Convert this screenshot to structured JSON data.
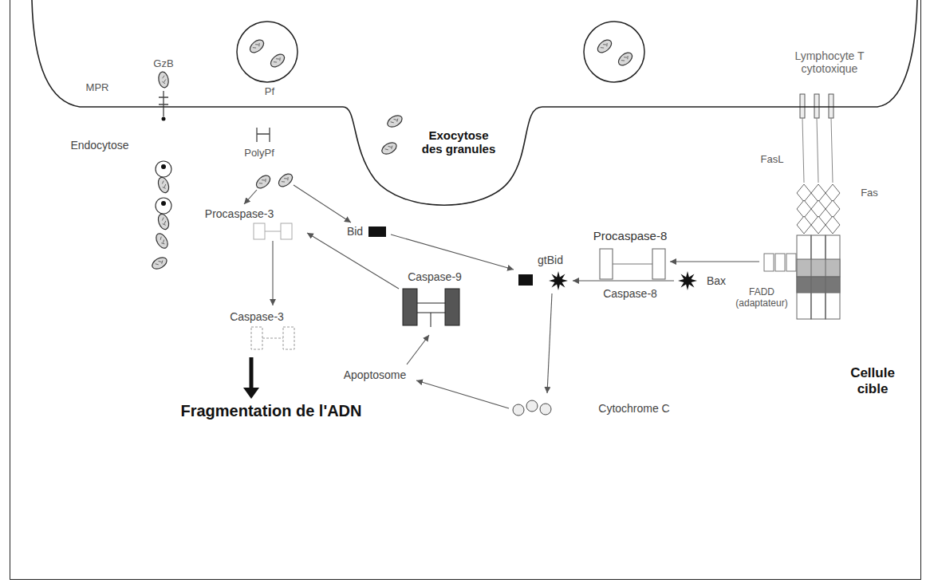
{
  "diagram": {
    "nodes": [
      {
        "text": [
          "Lymphocyte T cytotoxique",
          "Exocytose des granules"
        ]
      },
      {
        "text": [
          "Cellule cible"
        ]
      }
    ],
    "labels": [
      "GzB",
      "MPR",
      "Pf",
      "Endocytose",
      "PolyPf",
      "Procaspase-3",
      "Bid",
      "Caspase-3",
      "Caspase-9",
      "Apoptosome",
      "Cytochrome C",
      "gtBid",
      "Bax",
      "Procaspase-8",
      "Caspase-8",
      "FADD (adaptateur)",
      "FasL",
      "Fas",
      "Fragmentation de l'ADN"
    ]
  }
}
